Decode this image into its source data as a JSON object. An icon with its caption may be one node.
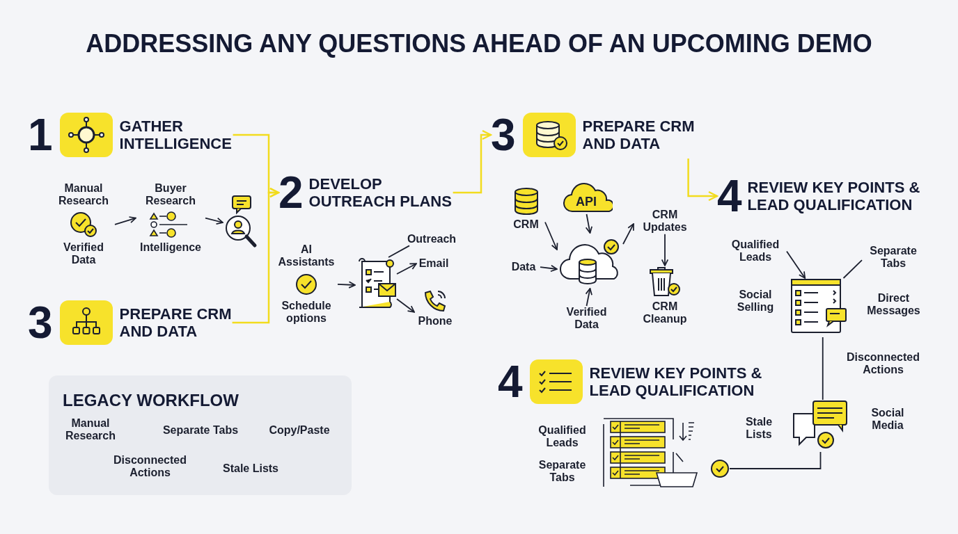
{
  "diagram": {
    "title": "ADDRESSING ANY QUESTIONS AHEAD OF AN UPCOMING DEMO",
    "nodes": [
      {
        "text": [
          "1",
          "GATHER INTELLIGENCE"
        ]
      },
      {
        "text": [
          "Manual Research",
          "Verified Data"
        ]
      },
      {
        "text": [
          "Buyer Research",
          "Intelligence"
        ]
      },
      {
        "text": [],
        "shape": "circle"
      },
      {
        "text": [
          "3",
          "PREPARE CRM AND DATA"
        ]
      },
      {
        "text": [
          "2",
          "DEVELOP OUTREACH PLANS"
        ]
      },
      {
        "text": [
          "AI Assistants",
          "Schedule options"
        ]
      },
      {
        "text": [],
        "shape": "box"
      },
      {
        "text": [
          "Outreach"
        ]
      },
      {
        "text": [
          "Email"
        ]
      },
      {
        "text": [
          "Phone"
        ]
      },
      {
        "text": [
          "3",
          "PREPARE CRM AND DATA"
        ]
      },
      {
        "text": [
          "CRM"
        ]
      },
      {
        "text": [
          "API"
        ]
      },
      {
        "text": [
          "Data"
        ]
      },
      {
        "text": [],
        "shape": "cloud"
      },
      {
        "text": [
          "Verified Data"
        ]
      },
      {
        "text": [
          "CRM Updates"
        ]
      },
      {
        "text": [
          "CRM Cleanup"
        ]
      },
      {
        "text": [
          "4",
          "REVIEW KEY POINTS & LEAD QUALIFICATION"
        ]
      },
      {
        "text": [
          "Qualified Leads"
        ]
      },
      {
        "text": [
          "Separate Tabs"
        ]
      },
      {
        "text": [],
        "shape": "box"
      },
      {
        "text": [],
        "shape": "bubble"
      },
      {
        "text": [],
        "shape": "circle"
      },
      {
        "text": [
          "4",
          "REVIEW KEY POINTS & LEAD QUALIFICATION"
        ]
      },
      {
        "text": [
          "LEGACY WORKFLOW"
        ]
      }
    ],
    "edges": [
      {
        "from": 1,
        "to": 2,
        "arrow": "to"
      },
      {
        "from": 2,
        "to": 3,
        "arrow": "to"
      },
      {
        "from": 0,
        "to": 5,
        "arrow": "to",
        "color": "#f2dc1e"
      },
      {
        "from": 4,
        "to": 5,
        "arrow": "to",
        "color": "#f2dc1e"
      },
      {
        "from": 6,
        "to": 7,
        "arrow": "to"
      },
      {
        "from": 8,
        "to": 7,
        "arrow": "none"
      },
      {
        "from": 7,
        "to": 9,
        "arrow": "to"
      },
      {
        "from": 7,
        "to": 10,
        "arrow": "to"
      },
      {
        "from": 5,
        "to": 11,
        "arrow": "to",
        "color": "#f2dc1e"
      },
      {
        "from": 12,
        "to": 15,
        "arrow": "to"
      },
      {
        "from": 13,
        "to": 15,
        "arrow": "to"
      },
      {
        "from": 14,
        "to": 15,
        "arrow": "to"
      },
      {
        "from": 16,
        "to": 15,
        "arrow": "to"
      },
      {
        "from": 15,
        "to": 17,
        "arrow": "to"
      },
      {
        "from": 17,
        "to": 18,
        "arrow": "to"
      },
      {
        "from": 11,
        "to": 19,
        "arrow": "to",
        "color": "#f2dc1e"
      },
      {
        "from": 20,
        "to": 22,
        "arrow": "to"
      },
      {
        "from": 21,
        "to": 22,
        "arrow": "none"
      },
      {
        "from": 22,
        "to": 23,
        "arrow": "none"
      },
      {
        "from": 23,
        "to": 24,
        "arrow": "none"
      }
    ],
    "labels": [
      "Social Selling",
      "Direct Messages",
      "Disconnected Actions",
      "Stale Lists",
      "Social Media",
      "Qualified Leads",
      "Separate Tabs",
      "Manual Research",
      "Separate Tabs",
      "Copy/Paste",
      "Disconnected Actions",
      "Stale Lists"
    ]
  }
}
